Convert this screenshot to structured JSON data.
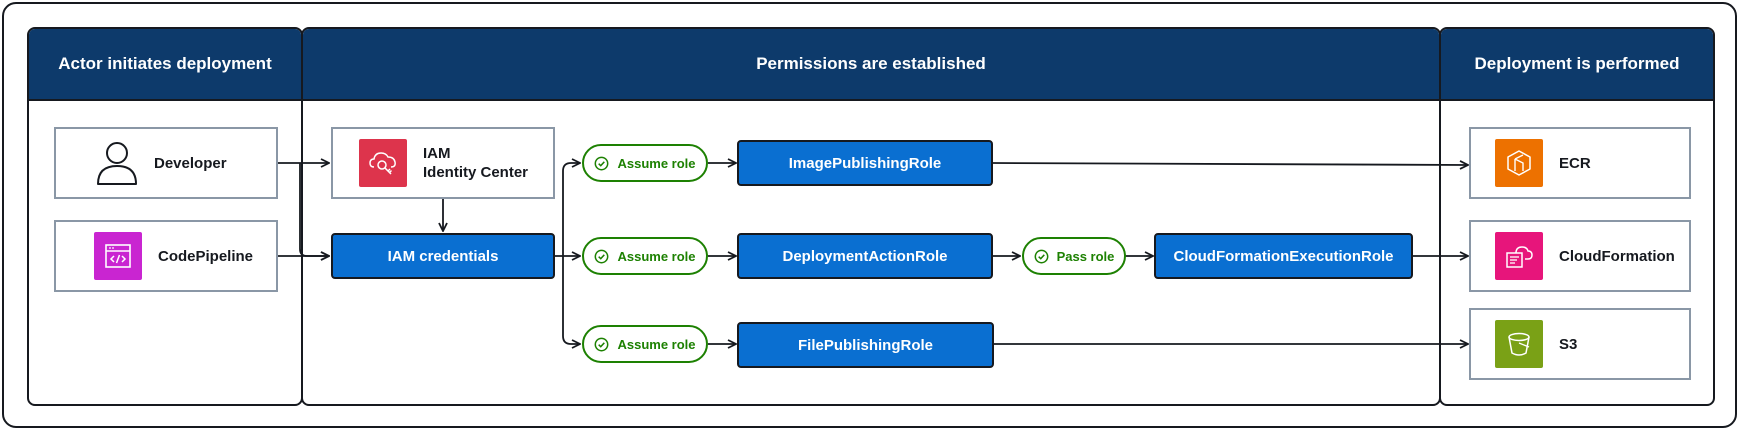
{
  "panels": {
    "actor": "Actor initiates deployment",
    "permissions": "Permissions are established",
    "deployment": "Deployment is performed"
  },
  "actors": {
    "developer": "Developer",
    "codepipeline": "CodePipeline"
  },
  "identity_center": {
    "line1": "IAM",
    "line2": "Identity Center"
  },
  "credentials": "IAM credentials",
  "pills": {
    "assume_top": "Assume role",
    "assume_mid": "Assume role",
    "assume_bot": "Assume role",
    "pass": "Pass role"
  },
  "roles": {
    "image": "ImagePublishingRole",
    "deployment": "DeploymentActionRole",
    "file": "FilePublishingRole",
    "cfn_exec": "CloudFormationExecutionRole"
  },
  "targets": {
    "ecr": "ECR",
    "cloudformation": "CloudFormation",
    "s3": "S3"
  },
  "colors": {
    "header": "#0d3a6b",
    "role": "#0a6fd1",
    "pill": "#1d8102",
    "iam_icon": "#dd344c",
    "codepipeline_icon": "#c925d1",
    "ecr_icon": "#ed7100",
    "cloudformation_icon": "#e7157b",
    "s3_icon": "#7aa116"
  },
  "icons": [
    "user-icon",
    "codepipeline-icon",
    "iam-identity-center-icon",
    "check-circle-icon",
    "ecr-icon",
    "cloudformation-icon",
    "s3-icon"
  ]
}
